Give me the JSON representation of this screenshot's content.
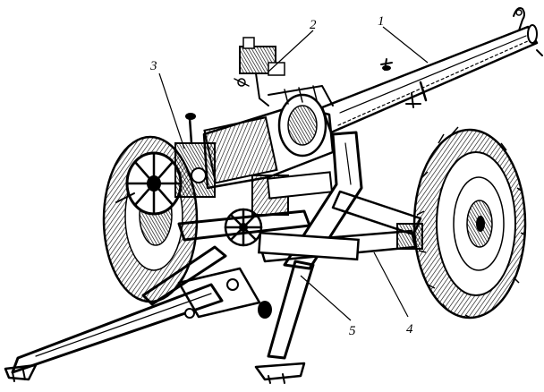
{
  "figure": {
    "callouts": [
      {
        "id": "1",
        "label": "1"
      },
      {
        "id": "2",
        "label": "2"
      },
      {
        "id": "3",
        "label": "3"
      },
      {
        "id": "4",
        "label": "4"
      },
      {
        "id": "5",
        "label": "5"
      }
    ],
    "colors": {
      "ink": "#000000",
      "paper": "#ffffff"
    }
  }
}
